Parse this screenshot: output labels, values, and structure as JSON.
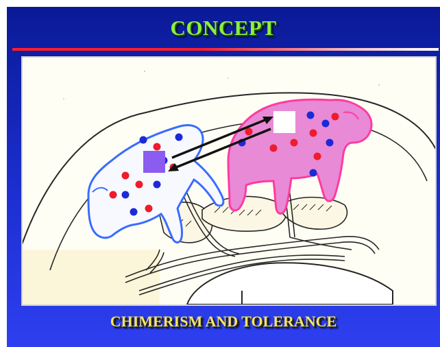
{
  "slide": {
    "title": "CONCEPT",
    "caption": "CHIMERISM AND TOLERANCE"
  },
  "colors": {
    "background_top": "#0a1a96",
    "background_bottom": "#2e3ff0",
    "title": "#8cf03c",
    "caption": "#f4e468",
    "title_rule_left": "#ff1e2a",
    "title_rule_right": "#ffffff",
    "blue_animal_outline": "#3a6cff",
    "pink_animal_fill": "#e88ad6",
    "pink_animal_outline": "#ff3aa0",
    "red_cell": "#ee1c2c",
    "blue_cell": "#1c2ad8",
    "purple_square": "#8a5cf0",
    "white_square": "#ffffff"
  },
  "figure": {
    "image": "two-fetal-animals-shared-placental-circulation-diagram"
  }
}
